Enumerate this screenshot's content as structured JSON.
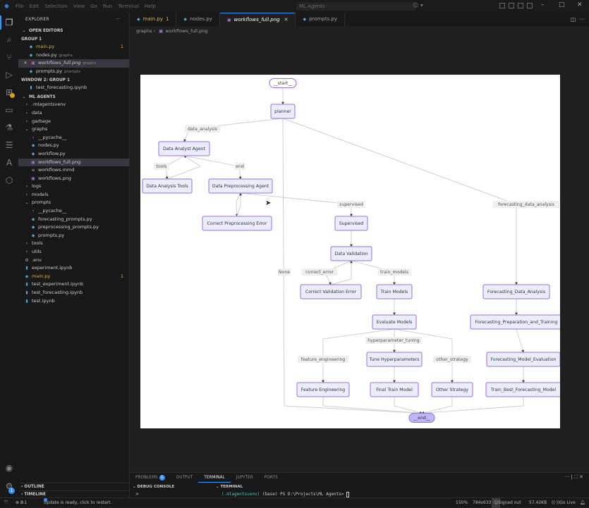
{
  "titlebar": {
    "menu": [
      "File",
      "Edit",
      "Selection",
      "View",
      "Go",
      "Run",
      "Terminal",
      "Help"
    ],
    "search": "ML Agents"
  },
  "sidebar": {
    "header": "EXPLORER",
    "more": "···",
    "open_editors": {
      "title": "OPEN EDITORS",
      "group1": "GROUP 1",
      "items": [
        {
          "label": "main.py",
          "desc": "",
          "badge": "1",
          "icon": "python-file-icon",
          "modified": true
        },
        {
          "label": "nodes.py",
          "desc": "graphs",
          "badge": "",
          "icon": "python-file-icon",
          "modified": false
        },
        {
          "label": "workflows_full.png",
          "desc": "graphs",
          "badge": "",
          "icon": "image-file-icon",
          "modified": false,
          "selected": true
        },
        {
          "label": "prompts.py",
          "desc": "prompts",
          "badge": "",
          "icon": "python-file-icon",
          "modified": false
        }
      ],
      "group2": "WINDOW 2: GROUP 1",
      "group2_items": [
        {
          "label": "test_forecasting.ipynb",
          "icon": "notebook-file-icon"
        }
      ]
    },
    "project": {
      "title": "ML AGENTS",
      "tree": [
        {
          "label": ".mlagentsvenv",
          "type": "folder",
          "open": false,
          "depth": 0
        },
        {
          "label": "data",
          "type": "folder",
          "open": false,
          "depth": 0
        },
        {
          "label": "garbage",
          "type": "folder",
          "open": false,
          "depth": 0
        },
        {
          "label": "graphs",
          "type": "folder",
          "open": true,
          "depth": 0
        },
        {
          "label": "__pycache__",
          "type": "folder",
          "open": false,
          "depth": 1
        },
        {
          "label": "nodes.py",
          "type": "py",
          "depth": 1
        },
        {
          "label": "workflow.py",
          "type": "py",
          "depth": 1
        },
        {
          "label": "workflows_full.png",
          "type": "img",
          "depth": 1,
          "selected": true
        },
        {
          "label": "workflows.mmd",
          "type": "mmd",
          "depth": 1
        },
        {
          "label": "workflows.png",
          "type": "img",
          "depth": 1
        },
        {
          "label": "logs",
          "type": "folder",
          "open": false,
          "depth": 0
        },
        {
          "label": "models",
          "type": "folder",
          "open": false,
          "depth": 0
        },
        {
          "label": "prompts",
          "type": "folder",
          "open": true,
          "depth": 0
        },
        {
          "label": "__pycache__",
          "type": "folder",
          "open": false,
          "depth": 1
        },
        {
          "label": "forecasting_prompts.py",
          "type": "py",
          "depth": 1
        },
        {
          "label": "preprocessing_prompts.py",
          "type": "py",
          "depth": 1
        },
        {
          "label": "prompts.py",
          "type": "py",
          "depth": 1
        },
        {
          "label": "tools",
          "type": "folder",
          "open": false,
          "depth": 0
        },
        {
          "label": "utils",
          "type": "folder",
          "open": false,
          "depth": 0
        },
        {
          "label": ".env",
          "type": "env",
          "depth": 0
        },
        {
          "label": "experiment.ipynb",
          "type": "nb",
          "depth": 0
        },
        {
          "label": "main.py",
          "type": "py",
          "depth": 0,
          "modified": true,
          "badge": "1"
        },
        {
          "label": "test_experiment.ipynb",
          "type": "nb",
          "depth": 0
        },
        {
          "label": "test_forecasting.ipynb",
          "type": "nb",
          "depth": 0
        },
        {
          "label": "test.ipynb",
          "type": "nb",
          "depth": 0
        }
      ]
    },
    "outline": "OUTLINE",
    "timeline": "TIMELINE"
  },
  "tabs": [
    {
      "label": "main.py",
      "badge": "1",
      "icon": "python-file-icon",
      "modified": true,
      "active": false
    },
    {
      "label": "nodes.py",
      "badge": "",
      "icon": "python-file-icon",
      "modified": false,
      "active": false
    },
    {
      "label": "workflows_full.png",
      "badge": "",
      "icon": "image-file-icon",
      "modified": false,
      "active": true
    },
    {
      "label": "prompts.py",
      "badge": "",
      "icon": "python-file-icon",
      "modified": false,
      "active": false
    }
  ],
  "breadcrumb": {
    "folder": "graphs",
    "file": "workflows_full.png"
  },
  "diagram": {
    "nodes": {
      "start": "__start__",
      "planner": "planner",
      "data_analyst": "Data Analyst Agent",
      "data_analysis_tools": "Data Analysis Tools",
      "data_preprocessing": "Data Preprocessing Agent",
      "correct_preprocessing": "Correct Preprocessing Error",
      "supervised": "Supervised",
      "data_validation": "Data Validation",
      "correct_validation": "Correct Validation Error",
      "train_models": "Train Models",
      "evaluate_models": "Evaluate Models",
      "tune_hyper": "Tune Hyperparameters",
      "feature_engineering": "Feature Engineering",
      "final_train": "Final Train Model",
      "other_strategy": "Other Strategy",
      "fc_data_analysis": "Forecasting_Data_Analysis",
      "fc_prep_training": "Forecasting_Preparation_and_Training",
      "fc_model_eval": "Forecasting_Model_Evaluation",
      "fc_train_best": "Train_Best_Forecasting_Model",
      "end": "__end__"
    },
    "edge_labels": {
      "data_analysis": "data_analysis",
      "tools": "tools",
      "end": "end",
      "supervised": "supervised",
      "forecasting_data_analysis": "forecasting_data_analysis",
      "none": "None",
      "correct_error": "correct_error",
      "train_models": "train_models",
      "hyperparameter_tuning": "hyperparameter_tuning",
      "feature_engineering": "feature_engineering",
      "other_strategy": "other_strategy"
    },
    "colors": {
      "node_fill": "#ECECFF",
      "node_stroke": "#9370DB",
      "end_fill": "#BFB6FC",
      "edge": "#cfcfcf",
      "label_bg": "#efefef"
    }
  },
  "panel": {
    "tabs": [
      {
        "label": "PROBLEMS",
        "badge": "1"
      },
      {
        "label": "OUTPUT",
        "badge": ""
      },
      {
        "label": "TERMINAL",
        "badge": "",
        "active": true
      },
      {
        "label": "JUPYTER",
        "badge": ""
      },
      {
        "label": "PORTS",
        "badge": ""
      }
    ],
    "debug_console": "DEBUG CONSOLE",
    "debug_prompt": ">",
    "terminal_title": "TERMINAL",
    "terminal_venv": "(.mlagentsvenv)",
    "terminal_prompt": "(base) PS D:\\Projects\\ML Agents>"
  },
  "statusbar": {
    "errors": "0",
    "warnings": "1",
    "update": "Update is ready, click to restart.",
    "zoom": "150%",
    "dimensions": "784x633",
    "signed": "Signed out",
    "size": "57.42KB",
    "golive": "Go Live"
  }
}
